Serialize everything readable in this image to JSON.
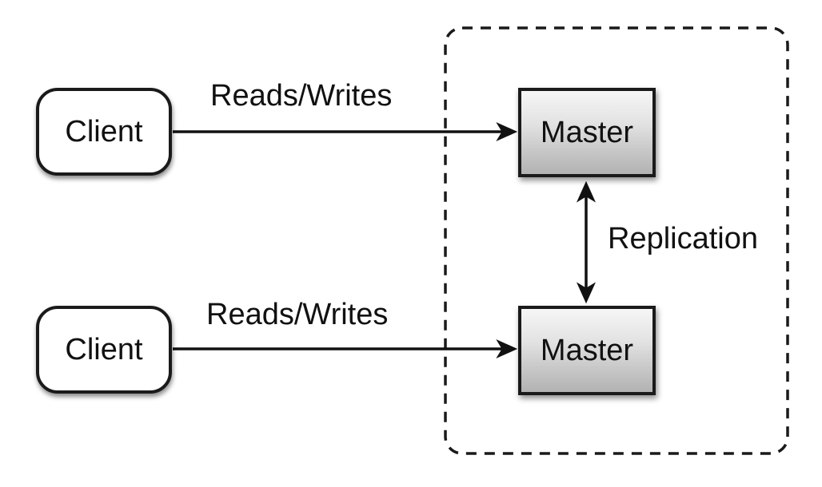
{
  "nodes": {
    "client_top": {
      "label": "Client"
    },
    "client_bottom": {
      "label": "Client"
    },
    "master_top": {
      "label": "Master"
    },
    "master_bottom": {
      "label": "Master"
    }
  },
  "edges": {
    "reads_writes_top": {
      "label": "Reads/Writes"
    },
    "reads_writes_bottom": {
      "label": "Reads/Writes"
    },
    "replication": {
      "label": "Replication"
    }
  },
  "colors": {
    "background": "#ffffff",
    "stroke": "#111111",
    "client_fill": "#ffffff",
    "master_gradient_top": "#f6f6f6",
    "master_gradient_bottom": "#b2b2b2",
    "boundary_dash": "#1a1a1a"
  }
}
